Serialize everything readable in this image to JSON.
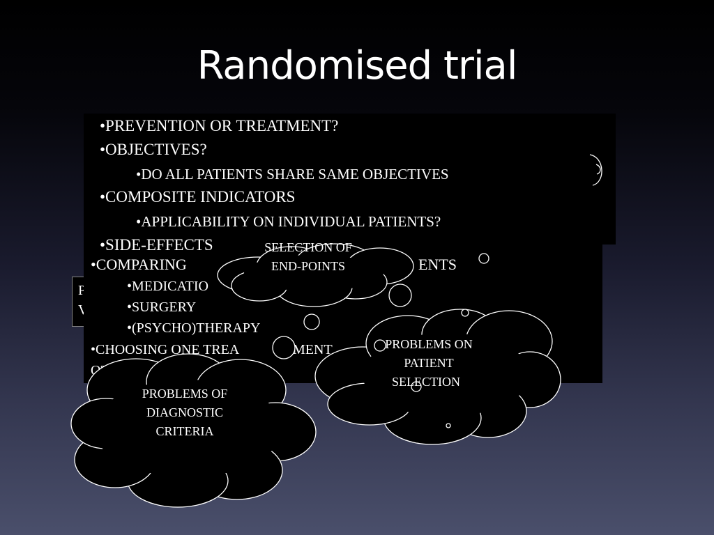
{
  "slide": {
    "title": "Randomised trial"
  },
  "upper_panel": {
    "items": [
      {
        "text": "•PREVENTION OR TREATMENT?"
      },
      {
        "text": "•OBJECTIVES?"
      },
      {
        "text": "•DO ALL PATIENTS SHARE SAME OBJECTIVES"
      },
      {
        "text": "•COMPOSITE INDICATORS"
      },
      {
        "text": "•APPLICABILITY ON INDIVIDUAL PATIENTS?"
      },
      {
        "text": "•SIDE-EFFECTS"
      }
    ]
  },
  "lower_panel": {
    "items": [
      {
        "text": "•COMPARING"
      },
      {
        "text": "ENTS"
      },
      {
        "text": "•MEDICATIO"
      },
      {
        "text": "•SURGERY"
      },
      {
        "text": "•(PSYCHO)THERAPY"
      },
      {
        "text": "•CHOOSING ONE TREA"
      },
      {
        "text": "MENT"
      },
      {
        "text": "OTHER"
      }
    ],
    "left_box_lines": [
      "P",
      "V"
    ]
  },
  "clouds": {
    "endpoints": {
      "line1": "SELECTION OF",
      "line2": "END-POINTS"
    },
    "patient": {
      "line1": "PROBLEMS ON",
      "line2": "PATIENT",
      "line3": "SELECTION"
    },
    "diagnostic": {
      "line1": "PROBLEMS OF",
      "line2": "DIAGNOSTIC",
      "line3": "CRITERIA"
    }
  },
  "colors": {
    "cloud_fill": "#000000",
    "cloud_stroke": "#ffffff",
    "text": "#ffffff"
  }
}
